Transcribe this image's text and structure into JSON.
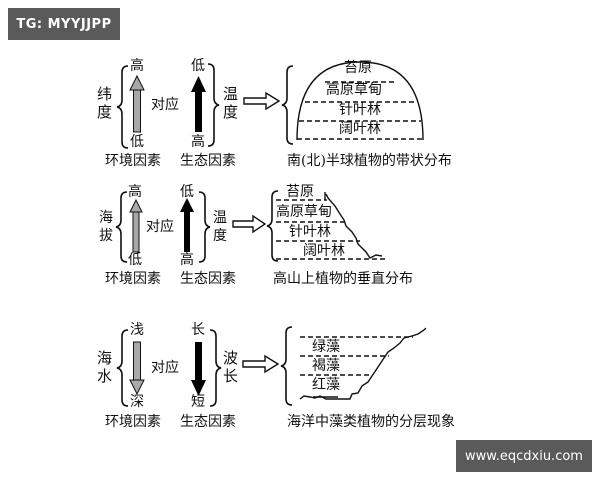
{
  "watermark_top": "TG: MYYJJPP",
  "watermark_bottom": "www.eqcdxiu.com",
  "panels": [
    {
      "env_factor": [
        "纬",
        "度"
      ],
      "env_high": "高",
      "env_low": "低",
      "env_arrow": "up",
      "correspond": "对应",
      "bio_top": "低",
      "bio_bottom": "高",
      "bio_arrow": "up",
      "bio_factor": [
        "温",
        "度"
      ],
      "env_label": "环境因素",
      "bio_label": "生态因素",
      "zones": [
        "苔原",
        "高原草甸",
        "针叶林",
        "阔叶林"
      ],
      "caption": "南(北)半球植物的带状分布"
    },
    {
      "env_factor": [
        "海",
        "拔"
      ],
      "env_high": "高",
      "env_low": "低",
      "env_arrow": "up",
      "correspond": "对应",
      "bio_top": "低",
      "bio_bottom": "高",
      "bio_arrow": "up",
      "bio_factor": [
        "温",
        "度"
      ],
      "env_label": "环境因素",
      "bio_label": "生态因素",
      "zones": [
        "苔原",
        "高原草甸",
        "针叶林",
        "阔叶林"
      ],
      "caption": "高山上植物的垂直分布"
    },
    {
      "env_factor": [
        "海",
        "水"
      ],
      "env_high": "浅",
      "env_low": "深",
      "env_arrow": "down",
      "correspond": "对应",
      "bio_top": "长",
      "bio_bottom": "短",
      "bio_arrow": "down",
      "bio_factor": [
        "波",
        "长"
      ],
      "env_label": "环境因素",
      "bio_label": "生态因素",
      "zones": [
        "绿藻",
        "褐藻",
        "红藻"
      ],
      "caption": "海洋中藻类植物的分层现象"
    }
  ],
  "colors": {
    "env_arrow_fill": "#a8a8a8",
    "bio_arrow_fill": "#000000",
    "watermark_bg": "#5a5a5a"
  }
}
